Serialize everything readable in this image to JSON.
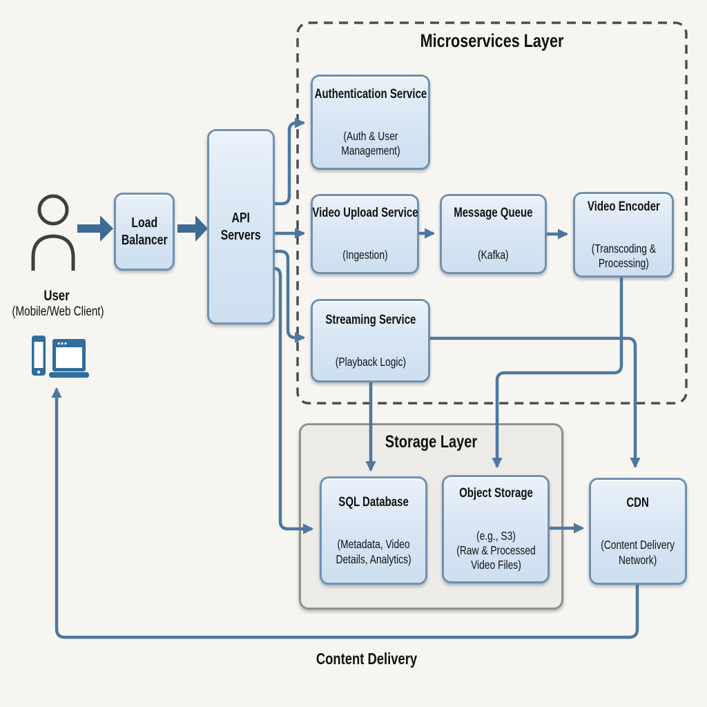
{
  "palette": {
    "background": "#f6f5f1",
    "node_fill_top": "#eaf2fa",
    "node_fill_bottom": "#cddff0",
    "node_border": "#7190ae",
    "connector": "#4e779d",
    "block_arrow": "#3e6b94",
    "storage_fill": "#ecebe8",
    "storage_border": "#8f8f8d",
    "dashed_border": "#4c4c4c",
    "device_icon": "#2e6d9d",
    "person_icon": "#3f3f3f",
    "text": "#111111"
  },
  "containers": {
    "microservices": {
      "title": "Microservices Layer"
    },
    "storage": {
      "title": "Storage Layer"
    }
  },
  "nodes": {
    "user": {
      "label": "User",
      "sublabel": "(Mobile/Web Client)"
    },
    "load_balancer": {
      "label": "Load\nBalancer"
    },
    "api_servers": {
      "label": "API\nServers"
    },
    "auth_service": {
      "title": "Authentication Service",
      "subtitle": "(Auth & User\nManagement)"
    },
    "video_upload_service": {
      "title": "Video Upload Service",
      "subtitle": "(Ingestion)"
    },
    "message_queue": {
      "title": "Message Queue",
      "subtitle": "(Kafka)"
    },
    "video_encoder": {
      "title": "Video Encoder",
      "subtitle": "(Transcoding &\nProcessing)"
    },
    "streaming_service": {
      "title": "Streaming Service",
      "subtitle": "(Playback Logic)"
    },
    "sql_database": {
      "title": "SQL Database",
      "subtitle": "(Metadata, Video\nDetails, Analytics)"
    },
    "object_storage": {
      "title": "Object Storage",
      "subtitle": "(e.g., S3)\n(Raw & Processed\nVideo Files)"
    },
    "cdn": {
      "title": "CDN",
      "subtitle": "(Content Delivery\nNetwork)"
    }
  },
  "annotations": {
    "content_delivery": "Content Delivery"
  },
  "icons": {
    "user_icon": "person-outline",
    "smartphone_icon": "smartphone-solid",
    "laptop_icon": "laptop-solid"
  },
  "edges": [
    {
      "from": "user",
      "to": "load_balancer",
      "style": "block-arrow"
    },
    {
      "from": "load_balancer",
      "to": "api_servers",
      "style": "block-arrow"
    },
    {
      "from": "api_servers",
      "to": "auth_service"
    },
    {
      "from": "api_servers",
      "to": "video_upload_service"
    },
    {
      "from": "api_servers",
      "to": "streaming_service"
    },
    {
      "from": "api_servers",
      "to": "sql_database"
    },
    {
      "from": "video_upload_service",
      "to": "message_queue"
    },
    {
      "from": "message_queue",
      "to": "video_encoder"
    },
    {
      "from": "video_encoder",
      "to": "object_storage"
    },
    {
      "from": "streaming_service",
      "to": "cdn"
    },
    {
      "from": "streaming_service",
      "to": "sql_database"
    },
    {
      "from": "object_storage",
      "to": "cdn"
    },
    {
      "from": "cdn",
      "to": "user",
      "label": "Content Delivery"
    }
  ]
}
